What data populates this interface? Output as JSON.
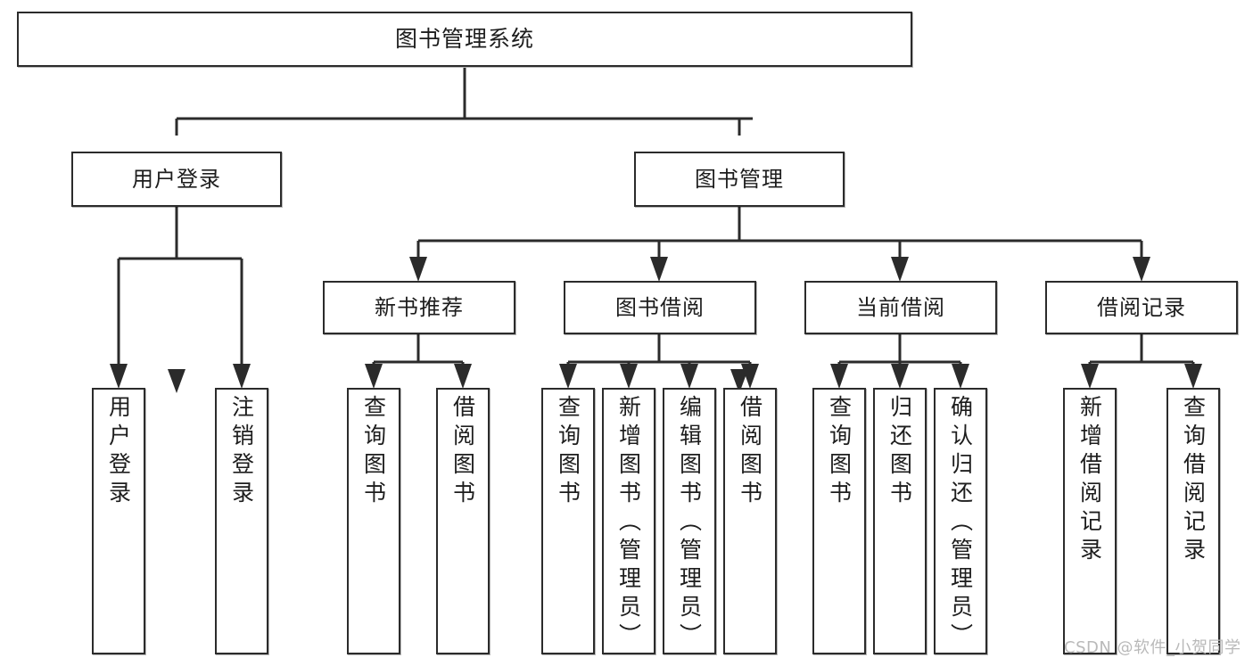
{
  "diagram": {
    "type": "tree",
    "title": "图书管理系统",
    "orientation": "top-down",
    "colors": {
      "box_border": "#2b2b2b",
      "box_fill": "#ffffff",
      "connector": "#2b2b2b",
      "text": "#1d1d1d",
      "watermark": "#b9b9b9"
    },
    "root": {
      "label": "图书管理系统"
    },
    "level2": [
      {
        "label": "用户登录"
      },
      {
        "label": "图书管理"
      }
    ],
    "level3": [
      {
        "label": "新书推荐"
      },
      {
        "label": "图书借阅"
      },
      {
        "label": "当前借阅"
      },
      {
        "label": "借阅记录"
      }
    ],
    "leaves": {
      "user_login": [
        {
          "label": "用户登录"
        },
        {
          "label": "注销登录"
        }
      ],
      "new_book_recommend": [
        {
          "label": "查询图书"
        },
        {
          "label": "借阅图书"
        }
      ],
      "book_borrow": [
        {
          "label": "查询图书"
        },
        {
          "label": "新增图书（管理员）"
        },
        {
          "label": "编辑图书（管理员）"
        },
        {
          "label": "借阅图书"
        }
      ],
      "current_borrow": [
        {
          "label": "查询图书"
        },
        {
          "label": "归还图书"
        },
        {
          "label": "确认归还（管理员）"
        }
      ],
      "borrow_record": [
        {
          "label": "新增借阅记录"
        },
        {
          "label": "查询借阅记录"
        }
      ]
    }
  },
  "watermark": {
    "text": "CSDN @软件_小贺同学"
  }
}
